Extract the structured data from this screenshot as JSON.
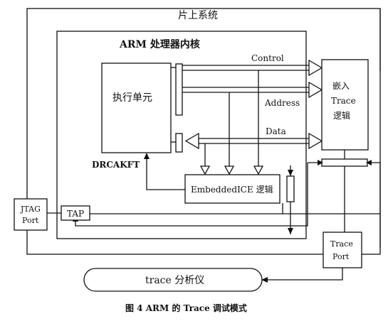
{
  "title": "片上系统",
  "core": {
    "title": "ARM 处理器内核",
    "exec_unit": "执行单元",
    "drcakft": "DRCAKFT"
  },
  "buses": {
    "control": "Control",
    "address": "Address",
    "data": "Data"
  },
  "embedded_ice": "EmbeddedICE 逻辑",
  "trace_logic": {
    "line1": "嵌入",
    "line2": "Trace",
    "line3": "逻辑"
  },
  "jtag_port": {
    "line1": "JTAG",
    "line2": "Port"
  },
  "tap": "TAP",
  "trace_port": {
    "line1": "Trace",
    "line2": "Port"
  },
  "analyzer": "trace 分析仪",
  "caption": "图 4   ARM 的 Trace 调试模式"
}
